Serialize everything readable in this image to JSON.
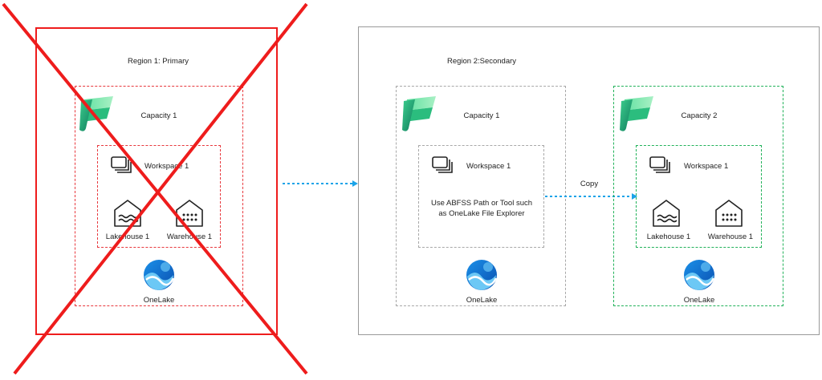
{
  "regions": {
    "primary": {
      "title": "Region 1: Primary",
      "capacity": "Capacity 1",
      "workspace": "Workspace 1",
      "lakehouse": "Lakehouse 1",
      "warehouse": "Warehouse 1",
      "onelake": "OneLake"
    },
    "secondary": {
      "title": "Region 2:Secondary",
      "capacity1": {
        "label": "Capacity 1",
        "workspace": "Workspace 1",
        "note": "Use ABFSS Path or Tool such as OneLake File Explorer",
        "onelake": "OneLake"
      },
      "capacity2": {
        "label": "Capacity 2",
        "workspace": "Workspace 1",
        "lakehouse": "Lakehouse 1",
        "warehouse": "Warehouse 1",
        "onelake": "OneLake"
      }
    }
  },
  "copy_label": "Copy",
  "colors": {
    "failed": "#ee1c1c",
    "secondary_border": "#9a9a9a",
    "capacity1_dash": "#a8a8a8",
    "capacity2_dash": "#22b25a",
    "arrow": "#1aa3e8"
  },
  "icons": [
    "fabric-icon",
    "workspace-icon",
    "lakehouse-icon",
    "warehouse-icon",
    "onelake-icon"
  ]
}
